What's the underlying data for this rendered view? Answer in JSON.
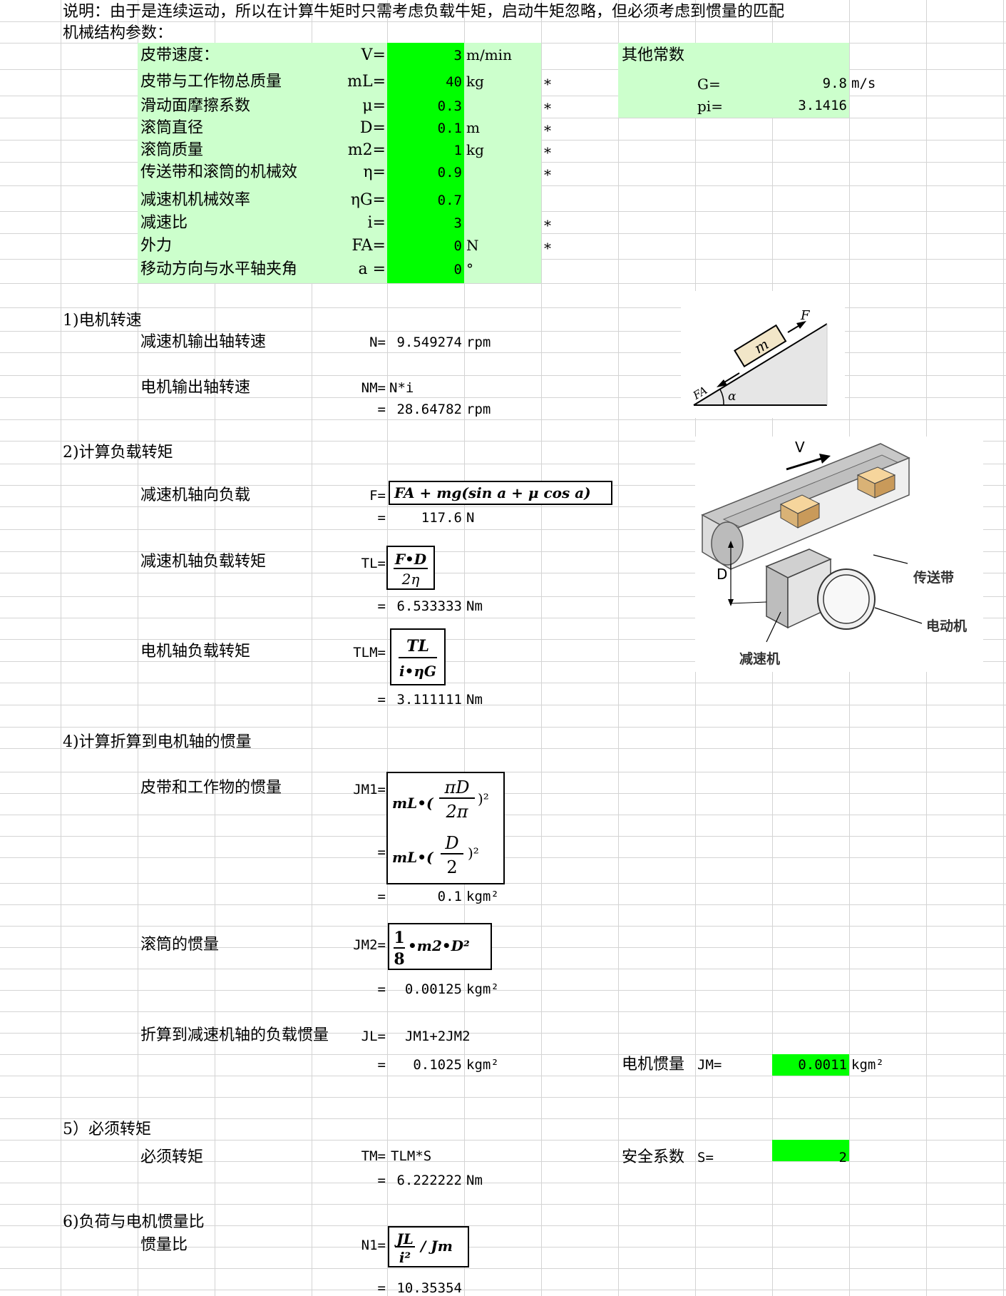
{
  "header": {
    "note": "说明：由于是连续运动，所以在计算牛矩时只需考虑负载牛矩，启动牛矩忽略，但必须考虑到惯量的匹配",
    "params_title": "机械结构参数："
  },
  "params": [
    {
      "label": "皮带速度：",
      "sym": "V=",
      "value": "3",
      "unit": "m/min",
      "star": ""
    },
    {
      "label": "皮带与工作物总质量",
      "sym": "mL=",
      "value": "40",
      "unit": "kg",
      "star": "*"
    },
    {
      "label": "滑动面摩擦系数",
      "sym": "μ=",
      "value": "0.3",
      "unit": "",
      "star": "*"
    },
    {
      "label": "滚筒直径",
      "sym": "D=",
      "value": "0.1",
      "unit": "m",
      "star": "*"
    },
    {
      "label": "滚筒质量",
      "sym": "m2=",
      "value": "1",
      "unit": "kg",
      "star": "*"
    },
    {
      "label": "传送带和滚筒的机械效",
      "sym": "η=",
      "value": "0.9",
      "unit": "",
      "star": "*"
    },
    {
      "label": "减速机机械效率",
      "sym": "ηG=",
      "value": "0.7",
      "unit": "",
      "star": ""
    },
    {
      "label": "减速比",
      "sym": "i=",
      "value": "3",
      "unit": "",
      "star": "*"
    },
    {
      "label": "外力",
      "sym": "FA=",
      "value": "0",
      "unit": "N",
      "star": "*"
    },
    {
      "label": "移动方向与水平轴夹角",
      "sym": "a =",
      "value": "0",
      "unit": "°",
      "star": ""
    }
  ],
  "constants": {
    "title": "其他常数",
    "g_label": "G=",
    "g_value": "9.8",
    "g_unit": "m/s",
    "pi_label": "pi=",
    "pi_value": "3.1416"
  },
  "s1": {
    "title": "1)电机转速",
    "out_label": "减速机输出轴转速",
    "out_sym": "N=",
    "out_value": "9.549274",
    "out_unit": "rpm",
    "motor_label": "电机输出轴转速",
    "motor_sym": "NM=",
    "motor_formula": "N*i",
    "eq": "=",
    "motor_value": "28.64782",
    "motor_unit": "rpm"
  },
  "s2": {
    "title": "2)计算负载转矩",
    "axial_label": "减速机轴向负载",
    "axial_sym": "F=",
    "axial_formula": "FA + mg(sin a + μ cos a)",
    "axial_value": "117.6",
    "axial_unit": "N",
    "tl_label": "减速机轴负载转矩",
    "tl_sym": "TL=",
    "tl_num": "F•D",
    "tl_den": "2η",
    "tl_value": "6.533333",
    "tl_unit": "Nm",
    "tlm_label": "电机轴负载转矩",
    "tlm_sym": "TLM=",
    "tlm_num": "TL",
    "tlm_den": "i•ηG",
    "tlm_value": "3.111111",
    "tlm_unit": "Nm"
  },
  "s4": {
    "title": "4)计算折算到电机轴的惯量",
    "jm1_label": "皮带和工作物的惯量",
    "jm1_sym": "JM1=",
    "jm1_f1_num": "πD",
    "jm1_f1_den": "2π",
    "jm1_f2_num": "D",
    "jm1_f2_den": "2",
    "ml": "mL•(",
    "sq": ")²",
    "jm1_value": "0.1",
    "unit_kgm2": "kgm²",
    "jm2_label": "滚筒的惯量",
    "jm2_sym": "JM2=",
    "jm2_num": "1",
    "jm2_den": "8",
    "jm2_rest": "•m2•D²",
    "jm2_value": "0.00125",
    "jl_label": "折算到减速机轴的负载惯量",
    "jl_sym": "JL=",
    "jl_formula": "JM1+2JM2",
    "jl_value": "0.1025",
    "jm_label": "电机惯量",
    "jm_sym": "JM=",
    "jm_value": "0.0011"
  },
  "s5": {
    "title": "5）必须转矩",
    "label": "必须转矩",
    "sym": "TM=",
    "formula": "TLM*S",
    "value": "6.222222",
    "unit": "Nm",
    "sf_label": "安全系数",
    "sf_sym": "S=",
    "sf_value": "2"
  },
  "s6": {
    "title": "6)负荷与电机惯量比",
    "label": "惯量比",
    "sym": "N1=",
    "num": "JL",
    "den": "i²",
    "rest": "/ Jm",
    "value": "10.35354"
  },
  "figure1": {
    "m": "m",
    "f": "F",
    "fa": "FA",
    "alpha": "α"
  },
  "figure2": {
    "v": "V",
    "d": "D",
    "belt": "传送带",
    "motor": "电动机",
    "reducer": "减速机"
  },
  "colors": {
    "light_green": "#ccffcc",
    "bright_green": "#00ff00",
    "grid": "#d4d4d4"
  }
}
